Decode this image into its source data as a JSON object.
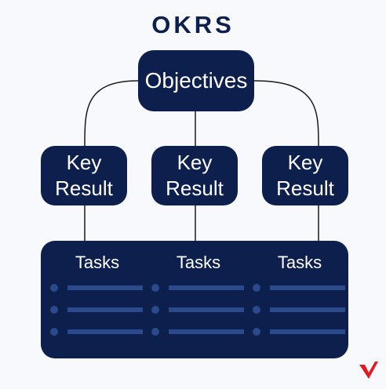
{
  "title": "OKRS",
  "root": {
    "label": "Objectives"
  },
  "key_results": [
    {
      "line1": "Key",
      "line2": "Result"
    },
    {
      "line1": "Key",
      "line2": "Result"
    },
    {
      "line1": "Key",
      "line2": "Result"
    }
  ],
  "tasks": [
    {
      "label": "Tasks"
    },
    {
      "label": "Tasks"
    },
    {
      "label": "Tasks"
    }
  ],
  "colors": {
    "node": "#0d1f4c",
    "placeholder": "#2b4a8c",
    "logo": "#e01b22"
  },
  "icons": {
    "logo": "v-checkmark-logo-icon"
  }
}
